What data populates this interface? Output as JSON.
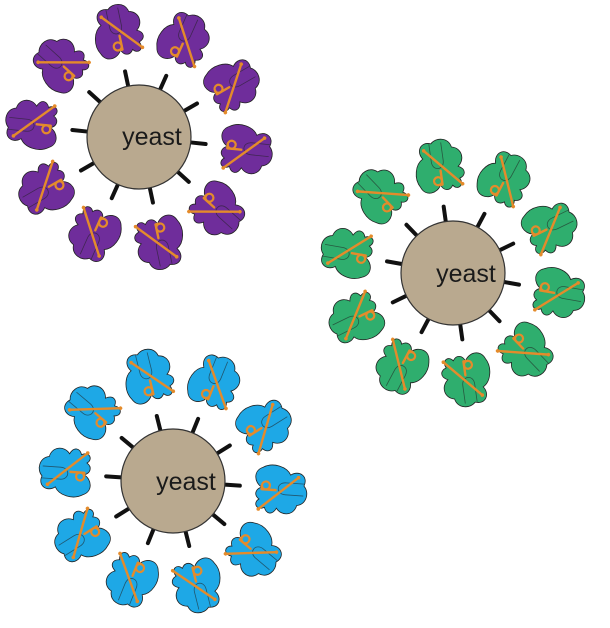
{
  "cells": [
    {
      "label": "yeast",
      "protein_color": "#6f2d9b",
      "protein_count": 10
    },
    {
      "label": "yeast",
      "protein_color": "#2fae6e",
      "protein_count": 10
    },
    {
      "label": "yeast",
      "protein_color": "#1ea8e6",
      "protein_count": 10
    }
  ],
  "colors": {
    "cell_fill": "#b9a98f",
    "cell_stroke": "#333333",
    "linker": "#111111",
    "ligand": "#e48b2b",
    "protein_outline": "#222222"
  }
}
